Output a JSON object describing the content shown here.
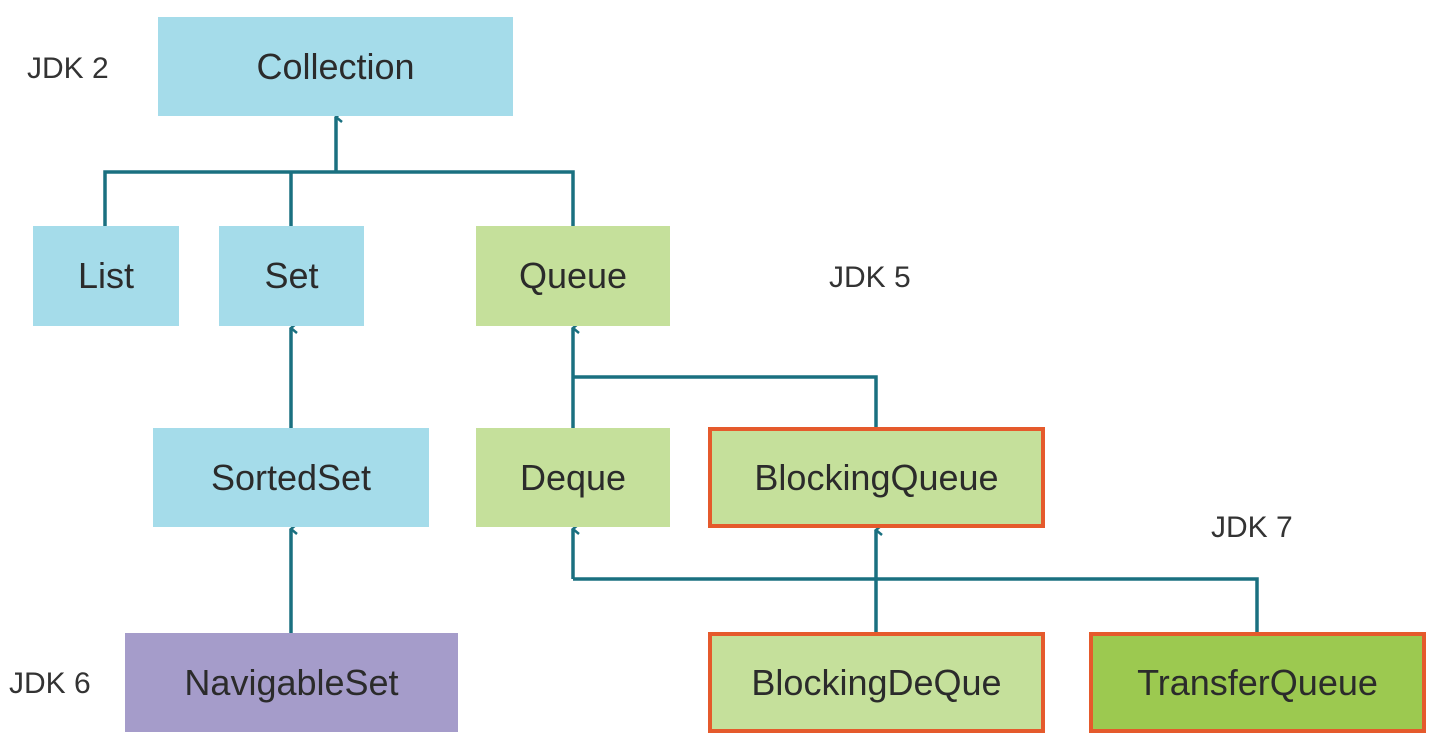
{
  "colors": {
    "jdk2_box": "#a5dcea",
    "jdk5_box": "#c5e09b",
    "jdk7_box": "#9cc950",
    "jdk6_box": "#a59cca",
    "highlight_border": "#e55a2c",
    "connector": "#1a7080",
    "text": "#2b2b2b"
  },
  "labels": {
    "jdk2": "JDK 2",
    "jdk5": "JDK 5",
    "jdk6": "JDK 6",
    "jdk7": "JDK 7"
  },
  "nodes": {
    "collection": "Collection",
    "list": "List",
    "set": "Set",
    "queue": "Queue",
    "sortedset": "SortedSet",
    "deque": "Deque",
    "blockingqueue": "BlockingQueue",
    "navigableset": "NavigableSet",
    "blockingdeque": "BlockingDeQue",
    "transferqueue": "TransferQueue"
  },
  "relations": [
    {
      "child": "List",
      "parent": "Collection"
    },
    {
      "child": "Set",
      "parent": "Collection"
    },
    {
      "child": "Queue",
      "parent": "Collection"
    },
    {
      "child": "SortedSet",
      "parent": "Set"
    },
    {
      "child": "Deque",
      "parent": "Queue"
    },
    {
      "child": "BlockingQueue",
      "parent": "Queue"
    },
    {
      "child": "NavigableSet",
      "parent": "SortedSet"
    },
    {
      "child": "BlockingDeQue",
      "parent": "BlockingQueue"
    },
    {
      "child": "BlockingDeQue",
      "parent": "Deque"
    },
    {
      "child": "TransferQueue",
      "parent": "Deque"
    }
  ]
}
